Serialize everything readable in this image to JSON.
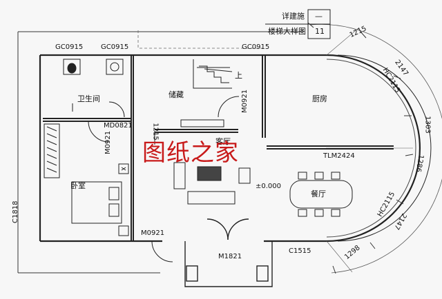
{
  "title_block": {
    "detail_label": "详建施",
    "detail_ref": "—",
    "stair_label": "楼梯大样图",
    "sheet_no": "11"
  },
  "windows": {
    "gc0915_a": "GC0915",
    "gc0915_b": "GC0915",
    "gc0915_c": "GC0915",
    "c1818": "C1818",
    "c1515": "C1515",
    "tlm2424": "TLM2424"
  },
  "doors": {
    "md0821": "MD0821",
    "m0921_a": "M0921",
    "m0921_b": "M0921",
    "m0921_c": "M0921",
    "m1821": "M1821"
  },
  "rooms": {
    "bathroom": "卫生间",
    "storage": "储藏",
    "kitchen": "厨房",
    "living": "客厅",
    "bedroom": "卧室",
    "dining": "餐厅",
    "stair_up": "上"
  },
  "elevation": "±0.000",
  "dimensions": {
    "d1215": "1215",
    "d2147a": "2147",
    "d1303": "1303",
    "d1286": "1286",
    "d2147b": "2147",
    "d1298": "1298",
    "hc2115a": "HC2115",
    "hc2115b": "HC2115",
    "s1215": "1215"
  },
  "watermark": "图纸之家"
}
